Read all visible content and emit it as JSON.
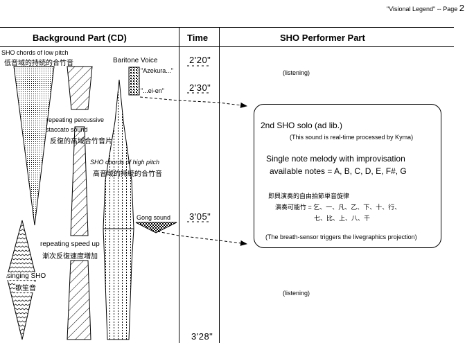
{
  "page_header": {
    "title": "\"Visional Legend\"",
    "separator": "--",
    "page_label": "Page",
    "page_number": "2"
  },
  "columns": {
    "background": "Background Part (CD)",
    "time": "Time",
    "performer": "SHO Performer Part"
  },
  "background_part": {
    "low_pitch_label_en": "SHO chords of low pitch",
    "low_pitch_label_jp": "低音域的持続的合竹音",
    "baritone_label": "Baritone Voice",
    "baritone_line1": "\"Azekura...\"",
    "baritone_line2": "\"...ei-en\"",
    "percussive_label_en1": "repeating percussive",
    "percussive_label_en2": "staccato sound",
    "percussive_label_jp": "反復的高域合竹音片",
    "high_pitch_label_en": "SHO chords of high pitch",
    "high_pitch_label_jp": "高音域的持続的合竹音",
    "gong_label": "Gong sound",
    "speedup_label_en": "repeating speed up",
    "speedup_label_jp": "漸次反復速度増加",
    "singing_label_en": "singing SHO",
    "singing_label_jp": "歌笙音"
  },
  "time_marks": [
    "2'20\"",
    "2'30\"",
    "3'05\"",
    "3'28\""
  ],
  "performer_part": {
    "listening_1": "(listening)",
    "listening_2": "(listening)",
    "solo_title": "2nd SHO solo (ad lib.)",
    "solo_note": "(This sound is real-time processed by Kyma)",
    "melody_line": "Single note melody with improvisation",
    "notes_line": "available notes = A, B, C, D, E, F#, G",
    "jp_line1": "即興演奏的自由拍節単音旋律",
    "jp_line2": "演奏可能竹 = 乞、一、凡、乙、下、十、行、",
    "jp_line3": "七、比、上、八、千",
    "sensor_note": "(The breath-sensor triggers the livegraphics projection)"
  }
}
